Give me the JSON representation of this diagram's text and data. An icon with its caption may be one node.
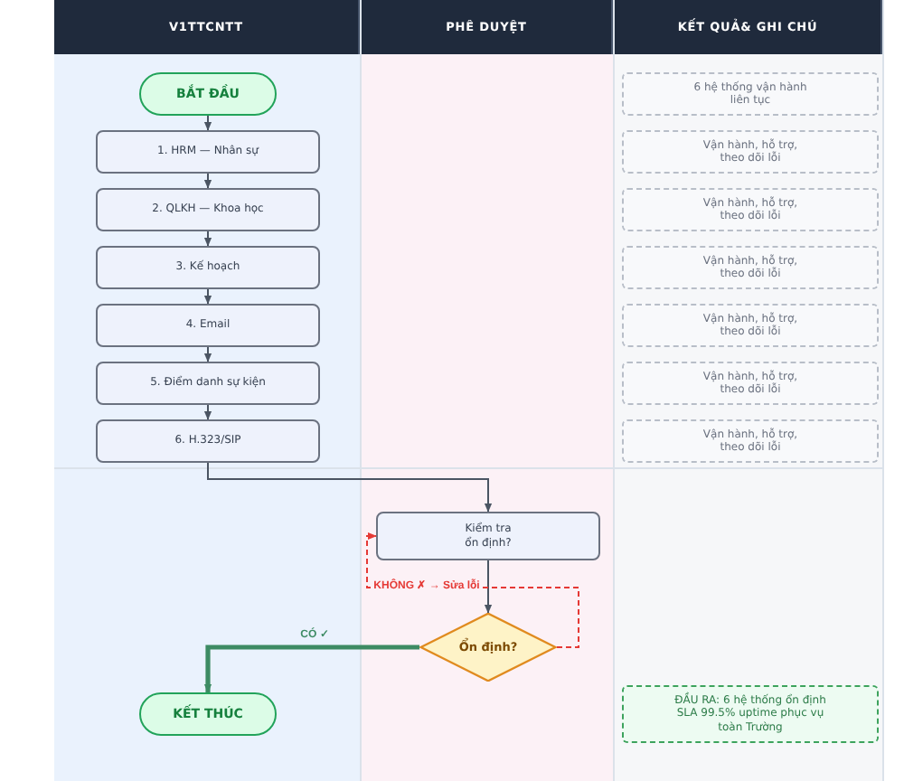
{
  "diagram": {
    "nodes": [
      {
        "text": [
          "V1TTCNTT"
        ]
      },
      {
        "text": [
          "BẮT ĐẦU"
        ],
        "in": 0
      },
      {
        "text": [
          "1. HRM — Nhân sự"
        ],
        "in": 0
      },
      {
        "text": [
          "2. QLKH — Khoa học"
        ],
        "in": 0
      },
      {
        "text": [
          "3. Kế hoạch"
        ],
        "in": 0
      },
      {
        "text": [
          "4. Email"
        ],
        "in": 0
      },
      {
        "text": [
          "5. Điểm danh sự kiện"
        ],
        "in": 0
      },
      {
        "text": [
          "6. H.323/SIP"
        ],
        "in": 0
      },
      {
        "text": [
          "KẾT THÚC"
        ],
        "in": 0
      },
      {
        "text": [
          "PHÊ DUYỆT"
        ]
      },
      {
        "text": [
          "Kiểm tra ổn định?"
        ],
        "in": 9
      },
      {
        "text": [
          "Ổn định?"
        ],
        "in": 9
      },
      {
        "text": [
          "KẾT QUẢ& GHI CHÚ"
        ]
      },
      {
        "text": [
          "6 hệ thống vận hành liên tục"
        ],
        "in": 12
      },
      {
        "text": [
          "Vận hành, hỗ trợ, theo dõi lỗi"
        ],
        "in": 12
      },
      {
        "text": [
          "Vận hành, hỗ trợ, theo dõi lỗi"
        ],
        "in": 12
      },
      {
        "text": [
          "Vận hành, hỗ trợ, theo dõi lỗi"
        ],
        "in": 12
      },
      {
        "text": [
          "Vận hành, hỗ trợ, theo dõi lỗi"
        ],
        "in": 12
      },
      {
        "text": [
          "Vận hành, hỗ trợ, theo dõi lỗi"
        ],
        "in": 12
      },
      {
        "text": [
          "Vận hành, hỗ trợ, theo dõi lỗi"
        ],
        "in": 12
      },
      {
        "text": [
          "ĐẦU RA: 6 hệ thống ổn định SLA 99.5% uptime phục vụ toàn Trường"
        ],
        "in": 12
      }
    ],
    "edges": [
      {
        "from": 1,
        "to": 2,
        "arrow": "to"
      },
      {
        "from": 2,
        "to": 3,
        "arrow": "to"
      },
      {
        "from": 3,
        "to": 4,
        "arrow": "to"
      },
      {
        "from": 4,
        "to": 5,
        "arrow": "to"
      },
      {
        "from": 5,
        "to": 6,
        "arrow": "to"
      },
      {
        "from": 6,
        "to": 7,
        "arrow": "to"
      },
      {
        "from": 7,
        "to": 10,
        "arrow": "to"
      },
      {
        "from": 10,
        "to": 11,
        "arrow": "to"
      },
      {
        "from": 11,
        "to": 8,
        "arrow": "to",
        "label": "CÓ ✓",
        "style": "thick",
        "color": "#3d8b63"
      },
      {
        "from": 11,
        "to": 10,
        "arrow": "to",
        "label": "KHÔNG ✗ → Sửa lỗi",
        "style": "dashed",
        "color": "#e53935"
      }
    ]
  }
}
